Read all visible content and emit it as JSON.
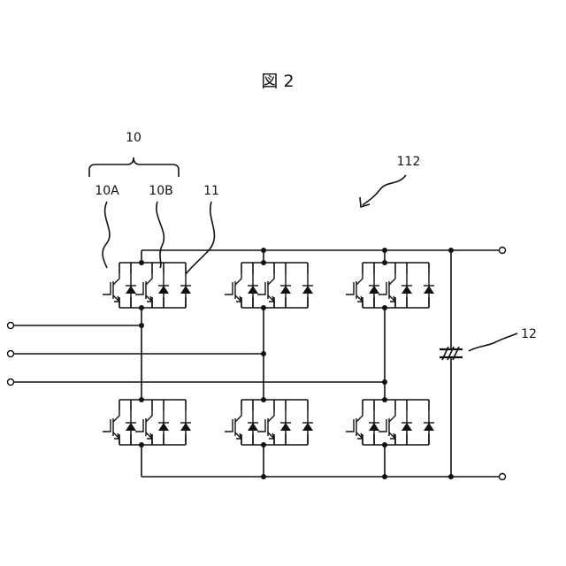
{
  "figure_title": "図 2",
  "labels": {
    "module_group": "10",
    "module_a": "10A",
    "module_b": "10B",
    "diode": "11",
    "inverter": "112",
    "capacitor": "12"
  }
}
